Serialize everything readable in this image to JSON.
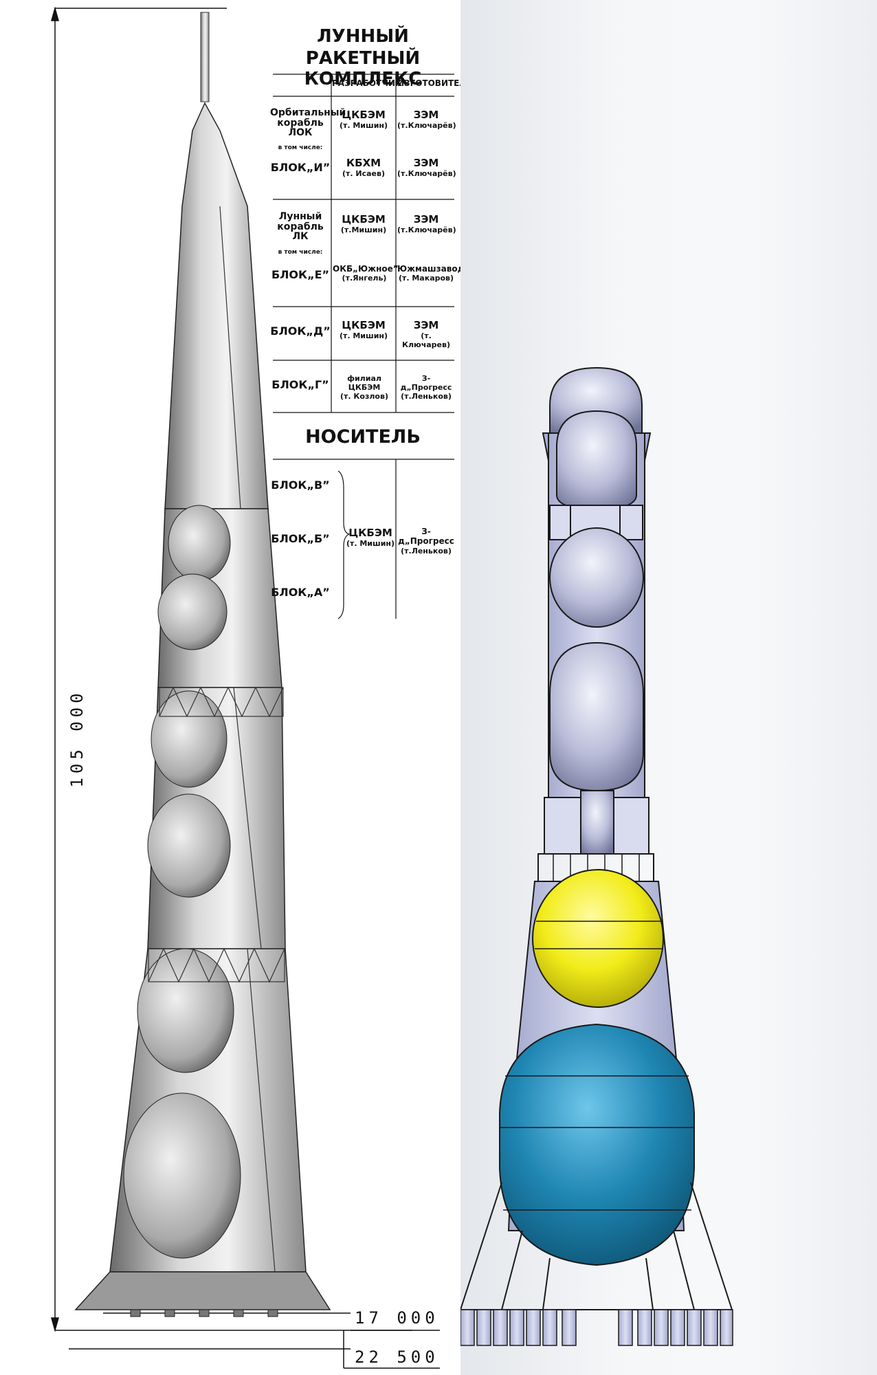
{
  "left": {
    "title_line1": "ЛУННЫЙ",
    "title_line2": "РАКЕТНЫЙ КОМПЛЕКС",
    "header_developer": "РАЗРАБОТЧИК",
    "header_manufacturer": "ИЗГОТОВИТЕЛЬ",
    "rows": [
      {
        "name": "Орбитальный корабль ЛОК",
        "dev": "ЦКБЭМ",
        "dev_person": "(т. Мишин)",
        "man": "ЗЭМ",
        "man_person": "(т.Ключарёв)"
      },
      {
        "sub": "в том числе:",
        "name": "БЛОК„И”",
        "dev": "КБХМ",
        "dev_person": "(т. Исаев)",
        "man": "ЗЭМ",
        "man_person": "(т.Ключарёв)"
      },
      {
        "name": "Лунный корабль ЛК",
        "dev": "ЦКБЭМ",
        "dev_person": "(т.Мишин)",
        "man": "ЗЭМ",
        "man_person": "(т.Ключарёв)"
      },
      {
        "sub": "в том числе:",
        "name": "БЛОК„Е”",
        "dev": "ОКБ„Южное”",
        "dev_person": "(т.Янгель)",
        "man": "Южмашзавод",
        "man_person": "(т. Макаров)"
      },
      {
        "name": "БЛОК„Д”",
        "dev": "ЦКБЭМ",
        "dev_person": "(т. Мишин)",
        "man": "ЗЭМ",
        "man_person": "(т. Ключарев)"
      },
      {
        "name": "БЛОК„Г”",
        "dev": "филиал ЦКБЭМ",
        "dev_person": "(т. Козлов)",
        "man": "З-д„Прогресс",
        "man_person": "(т.Леньков)"
      }
    ],
    "carrier_title": "НОСИТЕЛЬ",
    "carrier_blocks": [
      "БЛОК„В”",
      "БЛОК„Б”",
      "БЛОК„А”"
    ],
    "carrier_dev": "ЦКБЭМ",
    "carrier_dev_person": "(т. Мишин)",
    "carrier_man": "З-д„Прогресс",
    "carrier_man_person": "(т.Леньков)",
    "dim_height": "105 000",
    "dim_base": "17 000",
    "dim_width": "22 500"
  },
  "colors": {
    "tank_blue": "#1f86b3",
    "tank_yellow": "#f2ec1a",
    "structure": "#c9cde8",
    "sphere_grey": "#b7bbd9"
  }
}
